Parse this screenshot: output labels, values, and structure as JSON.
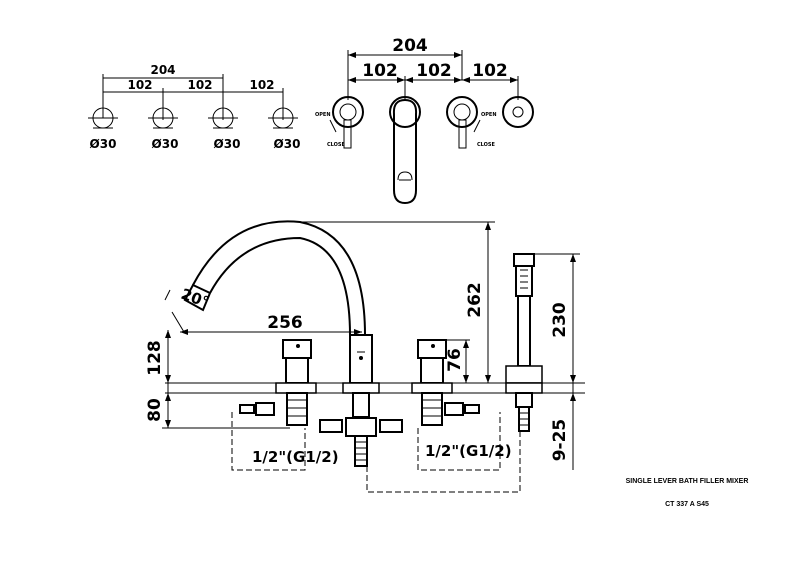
{
  "top_left_view": {
    "overall_dim": "204",
    "spacing_dims": [
      "102",
      "102",
      "102"
    ],
    "hole_diameters": [
      "Ø30",
      "Ø30",
      "Ø30",
      "Ø30"
    ]
  },
  "top_plan_view": {
    "overall_dim": "204",
    "spacing_dims": [
      "102",
      "102",
      "102"
    ],
    "left_open_label": "OPEN",
    "left_close_label": "CLOSE",
    "right_open_label": "OPEN",
    "right_close_label": "CLOSE"
  },
  "elevation_view": {
    "spout_angle": "20°",
    "spout_reach": "256",
    "spout_height": "128",
    "spout_total_height": "262",
    "handle_height": "76",
    "deck_thickness": "80",
    "deck_range": "9-25",
    "handshower_height": "230",
    "left_inlet_label": "1/2\"(G1/2)",
    "right_inlet_label": "1/2\"(G1/2)"
  },
  "title_block": {
    "title": "SINGLE LEVER BATH FILLER MIXER",
    "code": "CT 337 A S45"
  }
}
